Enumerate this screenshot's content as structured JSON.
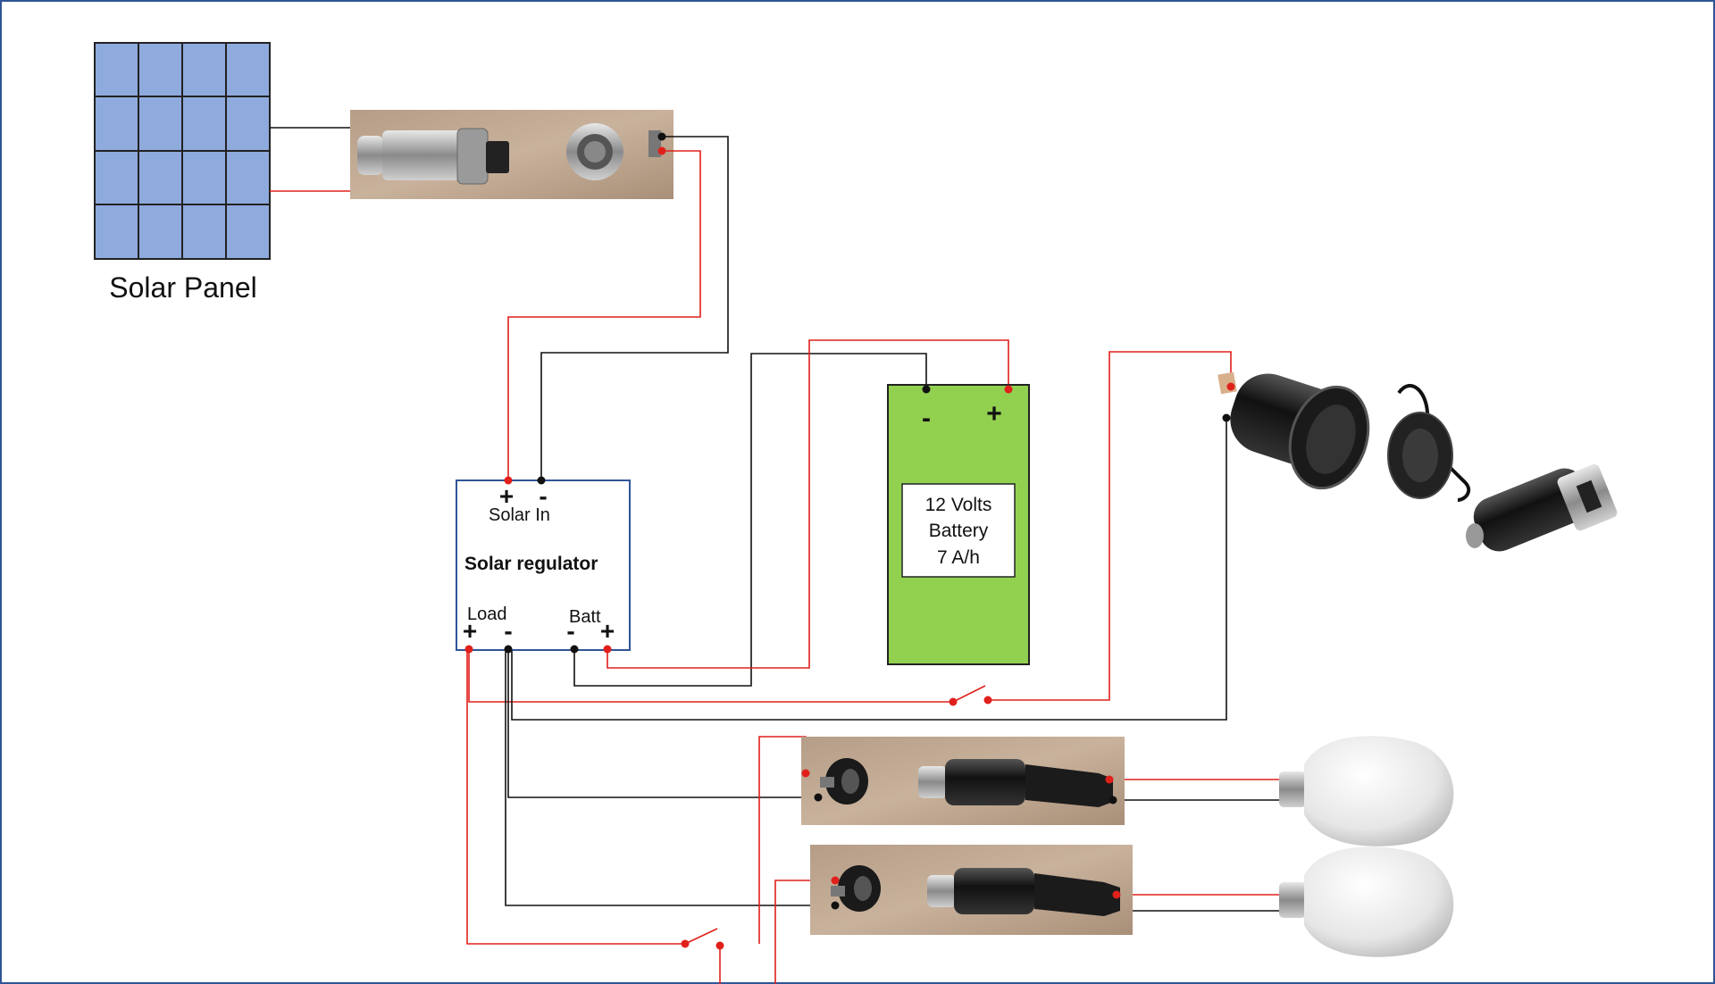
{
  "solar_panel": {
    "label": "Solar Panel"
  },
  "regulator": {
    "title": "Solar regulator",
    "solar_in_label": "Solar In",
    "load_label": "Load",
    "batt_label": "Batt",
    "plus": "+",
    "minus": "-"
  },
  "battery": {
    "minus": "-",
    "plus": "+",
    "line1": "12 Volts",
    "line2": "Battery",
    "line3": "7 A/h"
  },
  "colors": {
    "frame": "#2f5597",
    "panel_fill": "#8faadc",
    "battery_fill": "#92d050",
    "wire_positive": "#e0201b",
    "wire_negative": "#111111",
    "regulator_border": "#2f5597"
  }
}
